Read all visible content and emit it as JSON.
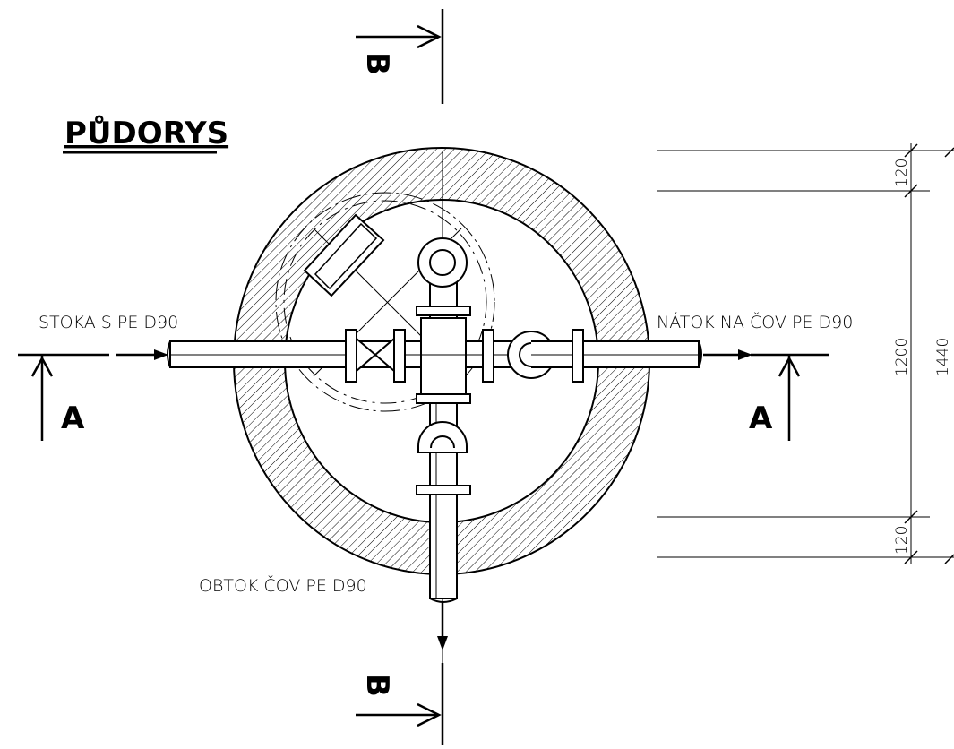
{
  "title": "PŮDORYS",
  "labels": {
    "inlet_left": "STOKA S PE D90",
    "inlet_right": "NÁTOK NA ČOV PE D90",
    "bypass": "OBTOK ČOV PE D90"
  },
  "section_markers": {
    "a_left": "A",
    "a_right": "A",
    "b_top": "B",
    "b_bottom": "B"
  },
  "dimensions": {
    "wall_top": "120",
    "inner": "1200",
    "total": "1440",
    "wall_bottom": "120"
  }
}
